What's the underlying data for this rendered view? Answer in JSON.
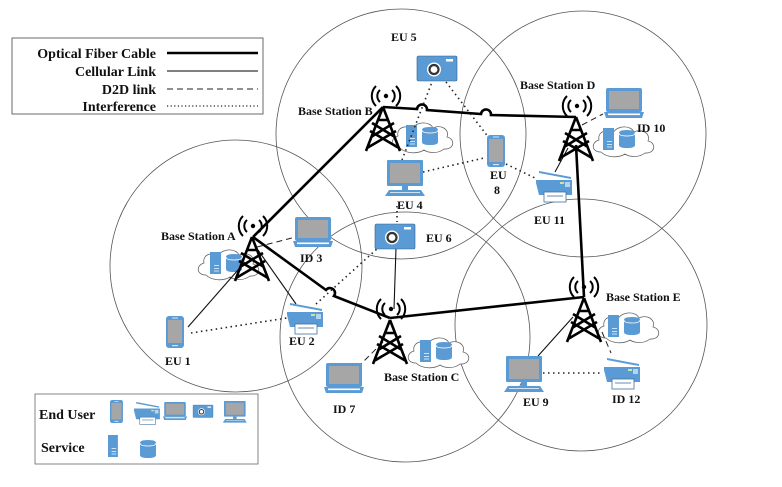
{
  "legend_links": {
    "items": [
      {
        "label": "Optical Fiber Cable",
        "style": "thick-solid"
      },
      {
        "label": "Cellular Link",
        "style": "solid"
      },
      {
        "label": "D2D link",
        "style": "dashed"
      },
      {
        "label": "Interference",
        "style": "dotted"
      }
    ]
  },
  "legend_devices": {
    "end_user_label": "End User",
    "end_user_icons": [
      "smartphone-icon",
      "printer-icon",
      "laptop-icon",
      "camera-icon",
      "desktop-icon"
    ],
    "service_label": "Service",
    "service_icons": [
      "server-icon",
      "database-icon"
    ]
  },
  "colors": {
    "device_blue": "#5b9bd5",
    "screen_gray": "#a6a6a6",
    "line_black": "#000000"
  },
  "base_stations": [
    {
      "id": "A",
      "label": "Base Station A"
    },
    {
      "id": "B",
      "label": "Base Station B"
    },
    {
      "id": "C",
      "label": "Base Station C"
    },
    {
      "id": "D",
      "label": "Base Station D"
    },
    {
      "id": "E",
      "label": "Base Station E"
    }
  ],
  "devices": [
    {
      "id": "eu1",
      "label": "EU 1",
      "type": "smartphone"
    },
    {
      "id": "eu2",
      "label": "EU 2",
      "type": "printer"
    },
    {
      "id": "id3",
      "label": "ID 3",
      "type": "laptop"
    },
    {
      "id": "eu4",
      "label": "EU 4",
      "type": "desktop"
    },
    {
      "id": "eu5",
      "label": "EU 5",
      "type": "camera"
    },
    {
      "id": "eu6",
      "label": "EU 6",
      "type": "camera"
    },
    {
      "id": "id7",
      "label": "ID 7",
      "type": "laptop"
    },
    {
      "id": "eu8",
      "label_line1": "EU",
      "label_line2": "8",
      "type": "smartphone"
    },
    {
      "id": "eu9",
      "label": "EU 9",
      "type": "desktop"
    },
    {
      "id": "id10",
      "label": "ID 10",
      "type": "laptop"
    },
    {
      "id": "eu11",
      "label": "EU 11",
      "type": "printer"
    },
    {
      "id": "id12",
      "label": "ID 12",
      "type": "printer"
    }
  ],
  "links": {
    "fiber": [
      [
        "A",
        "B"
      ],
      [
        "A",
        "C"
      ],
      [
        "B",
        "D"
      ],
      [
        "C",
        "E"
      ],
      [
        "D",
        "E"
      ]
    ],
    "cellular": [
      [
        "A",
        "eu1"
      ],
      [
        "A",
        "eu2"
      ],
      [
        "C",
        "eu6"
      ],
      [
        "D",
        "eu11"
      ],
      [
        "E",
        "eu9"
      ]
    ],
    "d2d": [
      [
        "A",
        "id3"
      ],
      [
        "C",
        "id7"
      ],
      [
        "D",
        "id10"
      ],
      [
        "E",
        "id12"
      ]
    ],
    "interference": [
      [
        "eu1",
        "eu2"
      ],
      [
        "eu2",
        "eu6"
      ],
      [
        "eu4",
        "eu6"
      ],
      [
        "eu4",
        "eu5"
      ],
      [
        "eu5",
        "eu8"
      ],
      [
        "eu4",
        "eu8"
      ],
      [
        "eu8",
        "eu11"
      ],
      [
        "eu9",
        "id12"
      ]
    ]
  }
}
